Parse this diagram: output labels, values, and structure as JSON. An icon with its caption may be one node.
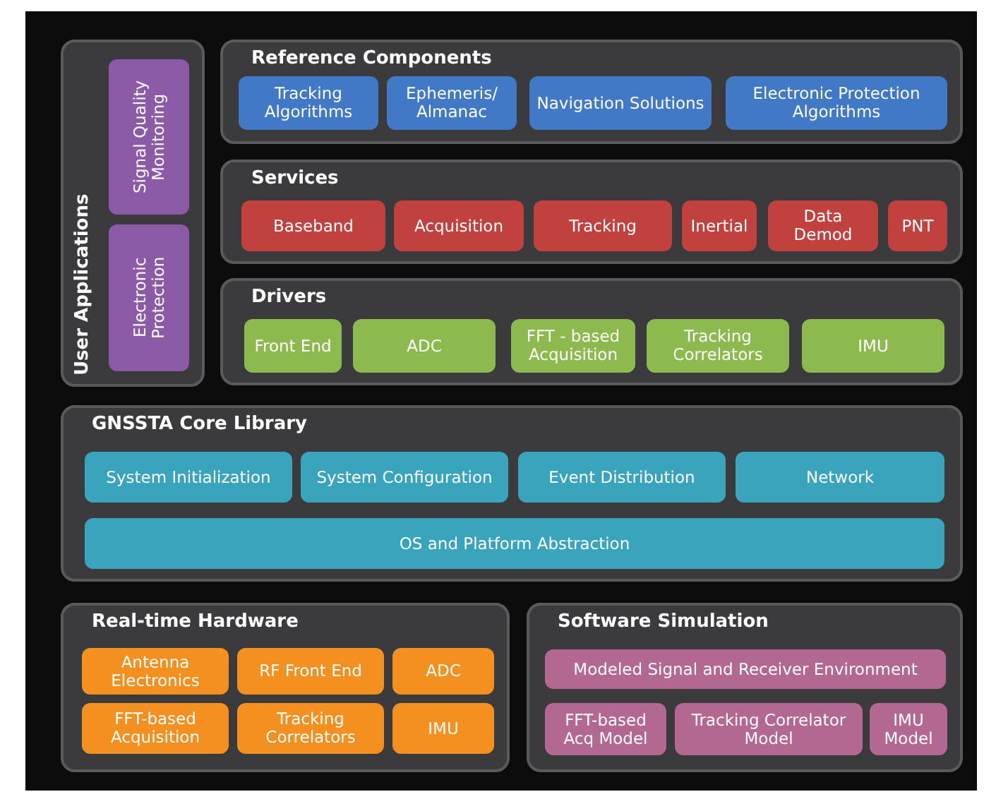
{
  "diagram": {
    "nodes": [
      {
        "text": [
          "User Applications"
        ]
      },
      {
        "text": [
          "Signal Quality Monitoring"
        ],
        "in": 0
      },
      {
        "text": [
          "Electronic Protection"
        ],
        "in": 0
      },
      {
        "text": [
          "Reference Components"
        ]
      },
      {
        "text": [
          "Tracking Algorithms"
        ],
        "in": 3
      },
      {
        "text": [
          "Ephemeris/ Almanac"
        ],
        "in": 3
      },
      {
        "text": [
          "Navigation Solutions"
        ],
        "in": 3
      },
      {
        "text": [
          "Electronic Protection Algorithms"
        ],
        "in": 3
      },
      {
        "text": [
          "Services"
        ]
      },
      {
        "text": [
          "Baseband"
        ],
        "in": 8
      },
      {
        "text": [
          "Acquisition"
        ],
        "in": 8
      },
      {
        "text": [
          "Tracking"
        ],
        "in": 8
      },
      {
        "text": [
          "Inertial"
        ],
        "in": 8
      },
      {
        "text": [
          "Data Demod"
        ],
        "in": 8
      },
      {
        "text": [
          "PNT"
        ],
        "in": 8
      },
      {
        "text": [
          "Drivers"
        ]
      },
      {
        "text": [
          "Front End"
        ],
        "in": 15
      },
      {
        "text": [
          "ADC"
        ],
        "in": 15
      },
      {
        "text": [
          "FFT - based Acquisition"
        ],
        "in": 15
      },
      {
        "text": [
          "Tracking Correlators"
        ],
        "in": 15
      },
      {
        "text": [
          "IMU"
        ],
        "in": 15
      },
      {
        "text": [
          "GNSSTA Core Library"
        ]
      },
      {
        "text": [
          "System Initialization"
        ],
        "in": 21
      },
      {
        "text": [
          "System Configuration"
        ],
        "in": 21
      },
      {
        "text": [
          "Event Distribution"
        ],
        "in": 21
      },
      {
        "text": [
          "Network"
        ],
        "in": 21
      },
      {
        "text": [
          "OS and Platform Abstraction"
        ],
        "in": 21
      },
      {
        "text": [
          "Real-time Hardware"
        ]
      },
      {
        "text": [
          "Antenna Electronics"
        ],
        "in": 27
      },
      {
        "text": [
          "RF Front End"
        ],
        "in": 27
      },
      {
        "text": [
          "ADC"
        ],
        "in": 27
      },
      {
        "text": [
          "FFT-based Acquisition"
        ],
        "in": 27
      },
      {
        "text": [
          "Tracking Correlators"
        ],
        "in": 27
      },
      {
        "text": [
          "IMU"
        ],
        "in": 27
      },
      {
        "text": [
          "Software Simulation"
        ]
      },
      {
        "text": [
          "Modeled Signal and Receiver Environment"
        ],
        "in": 34
      },
      {
        "text": [
          "FFT-based Acq Model"
        ],
        "in": 34
      },
      {
        "text": [
          "Tracking Correlator Model"
        ],
        "in": 34
      },
      {
        "text": [
          "IMU Model"
        ],
        "in": 34
      }
    ]
  }
}
